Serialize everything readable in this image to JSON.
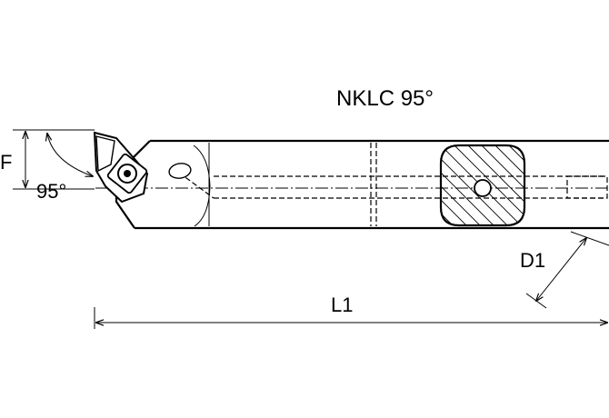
{
  "title": "NKLC 95°",
  "dimensions": {
    "f_label": "F",
    "angle_label": "95°",
    "length_label": "L1",
    "diameter_label": "D1"
  },
  "colors": {
    "line": "#000000",
    "background": "#ffffff"
  }
}
